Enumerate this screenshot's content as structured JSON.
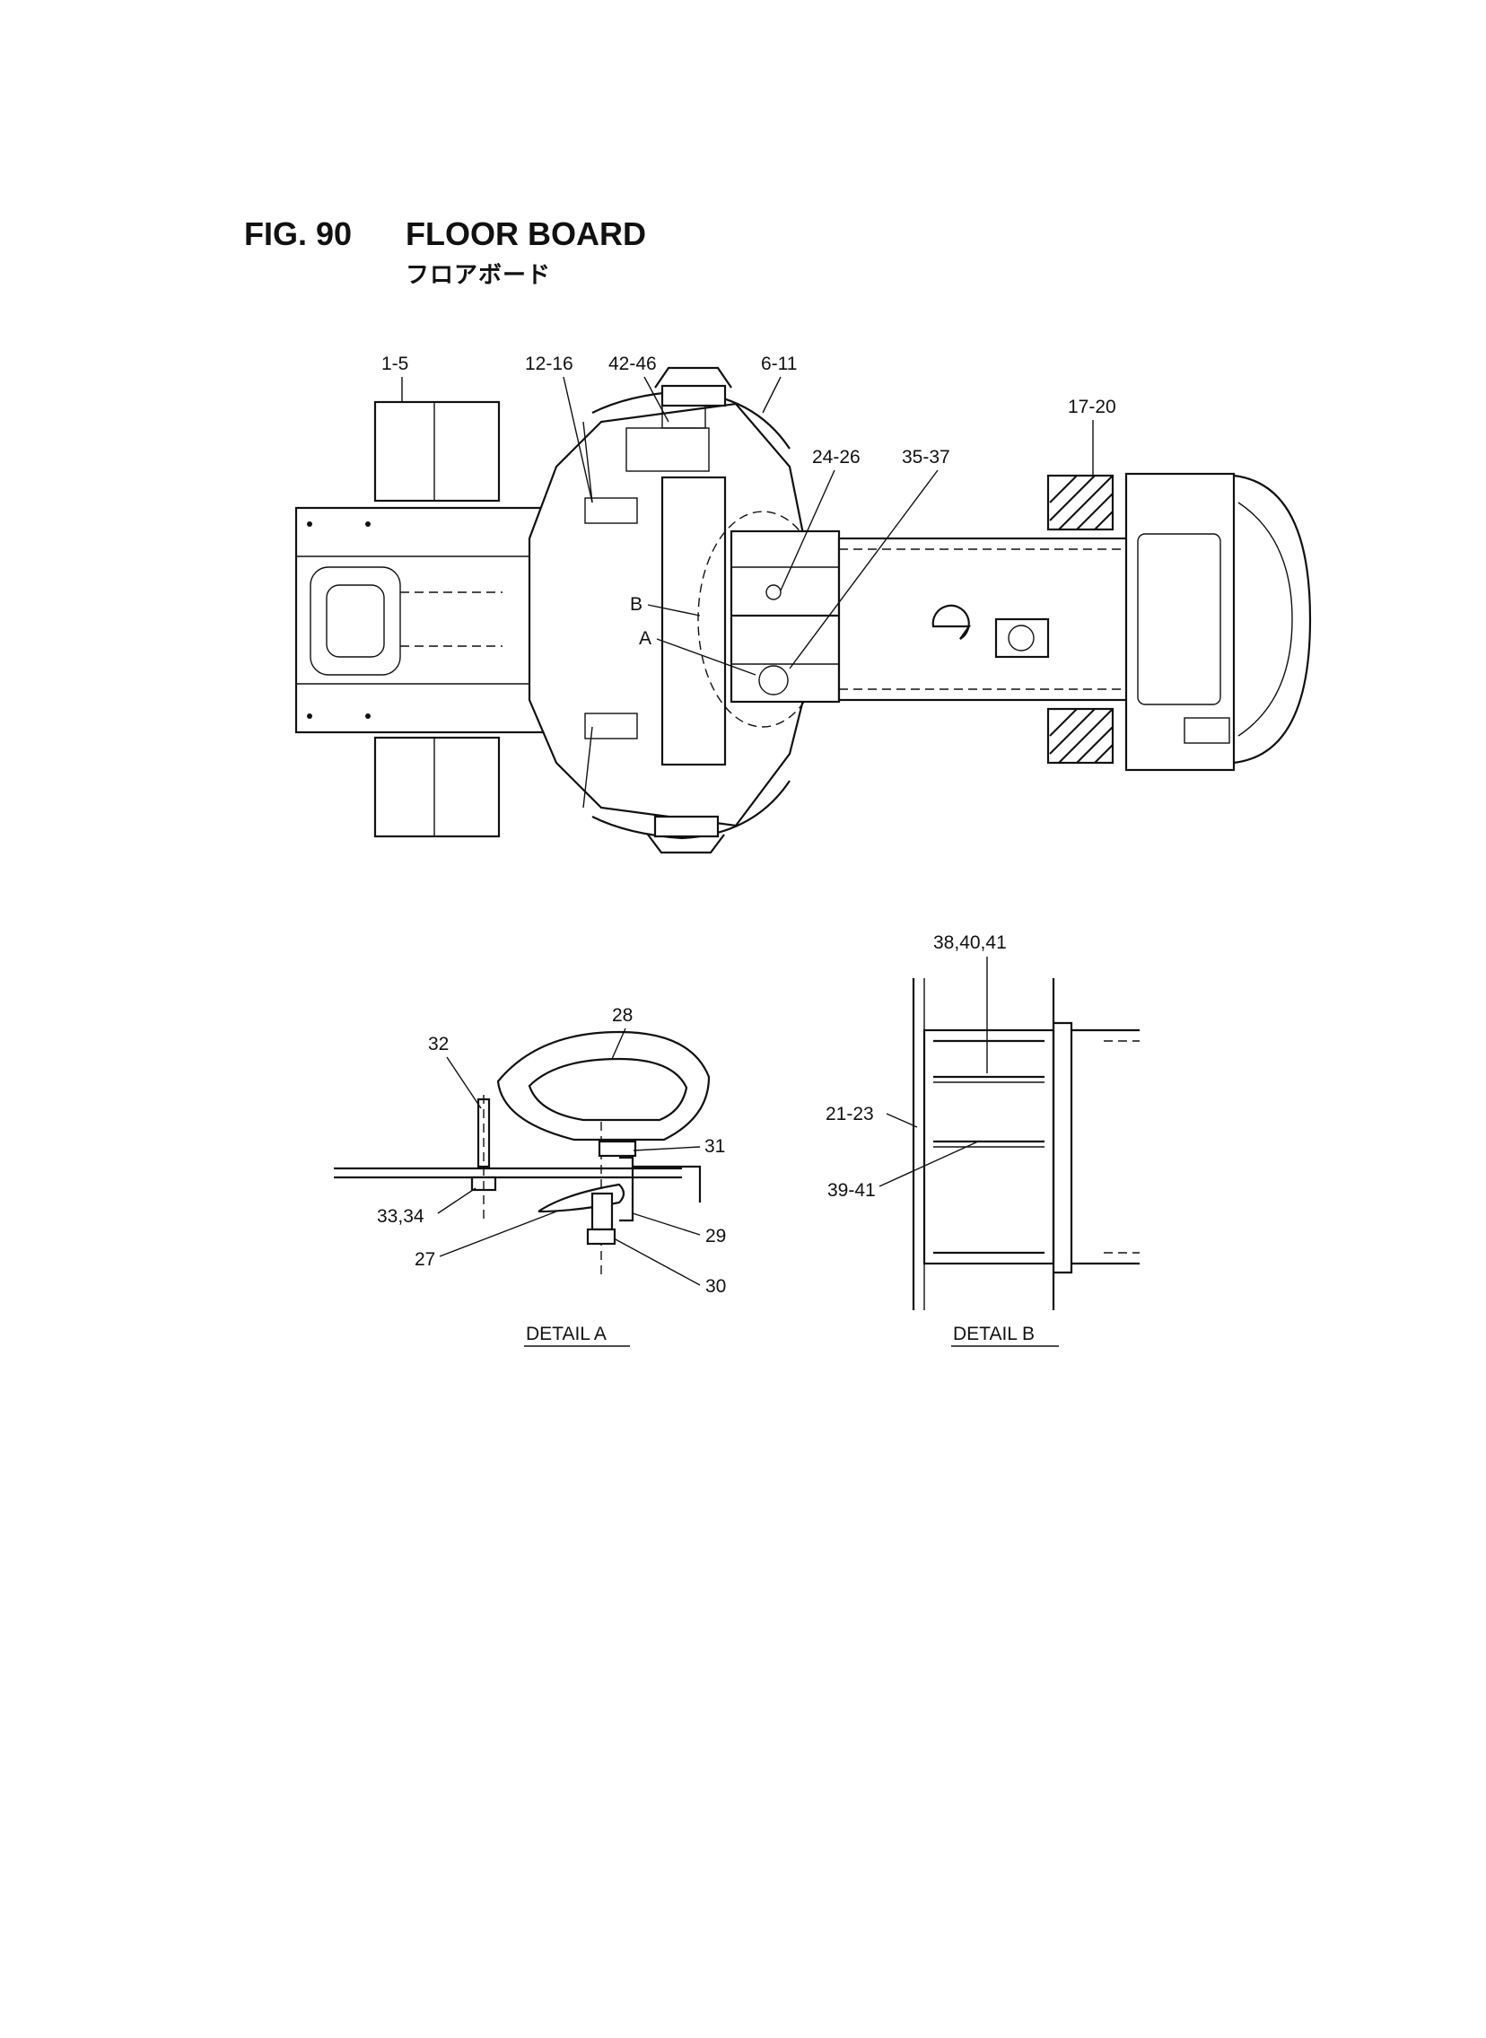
{
  "figure": {
    "number": "FIG. 90",
    "title": "FLOOR BOARD",
    "subtitle": "フロアボード"
  },
  "callouts": {
    "c1_5": "1-5",
    "c12_16": "12-16",
    "c42_46": "42-46",
    "c6_11": "6-11",
    "c17_20": "17-20",
    "c24_26": "24-26",
    "c35_37": "35-37",
    "cB": "B",
    "cA": "A"
  },
  "detail_a": {
    "caption": "DETAIL A",
    "labels": {
      "l28": "28",
      "l32": "32",
      "l31": "31",
      "l33_34": "33,34",
      "l29": "29",
      "l27": "27",
      "l30": "30"
    }
  },
  "detail_b": {
    "caption": "DETAIL B",
    "labels": {
      "l38_40_41": "38,40,41",
      "l21_23": "21-23",
      "l39_41": "39-41"
    }
  }
}
